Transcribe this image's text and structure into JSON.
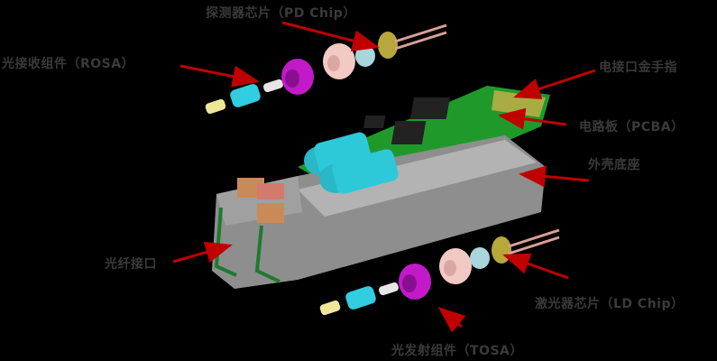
{
  "diagram": {
    "subject": "SFP optical transceiver module exploded view",
    "colors": {
      "background": "#000000",
      "label": "#3a3a3a",
      "arrow": "#c00000",
      "pcb": "#1f9a2a",
      "lens_cyan": "#2ec9d9",
      "sleeve_magenta": "#c21ac9",
      "housing_pink": "#f3c9c4",
      "header_gold": "#b8a73a",
      "shell_gray": "#9a9a9a",
      "latch_copper": "#c98a5a"
    },
    "labels": {
      "pd_chip": "探测器芯片（PD Chip）",
      "rosa": "光接收组件（ROSA）",
      "edge_connector": "电接口金手指",
      "pcba": "电路板（PCBA）",
      "housing": "外壳底座",
      "optical_port": "光纤接口",
      "ld_chip": "激光器芯片（LD Chip）",
      "tosa": "光发射组件（TOSA）"
    }
  }
}
